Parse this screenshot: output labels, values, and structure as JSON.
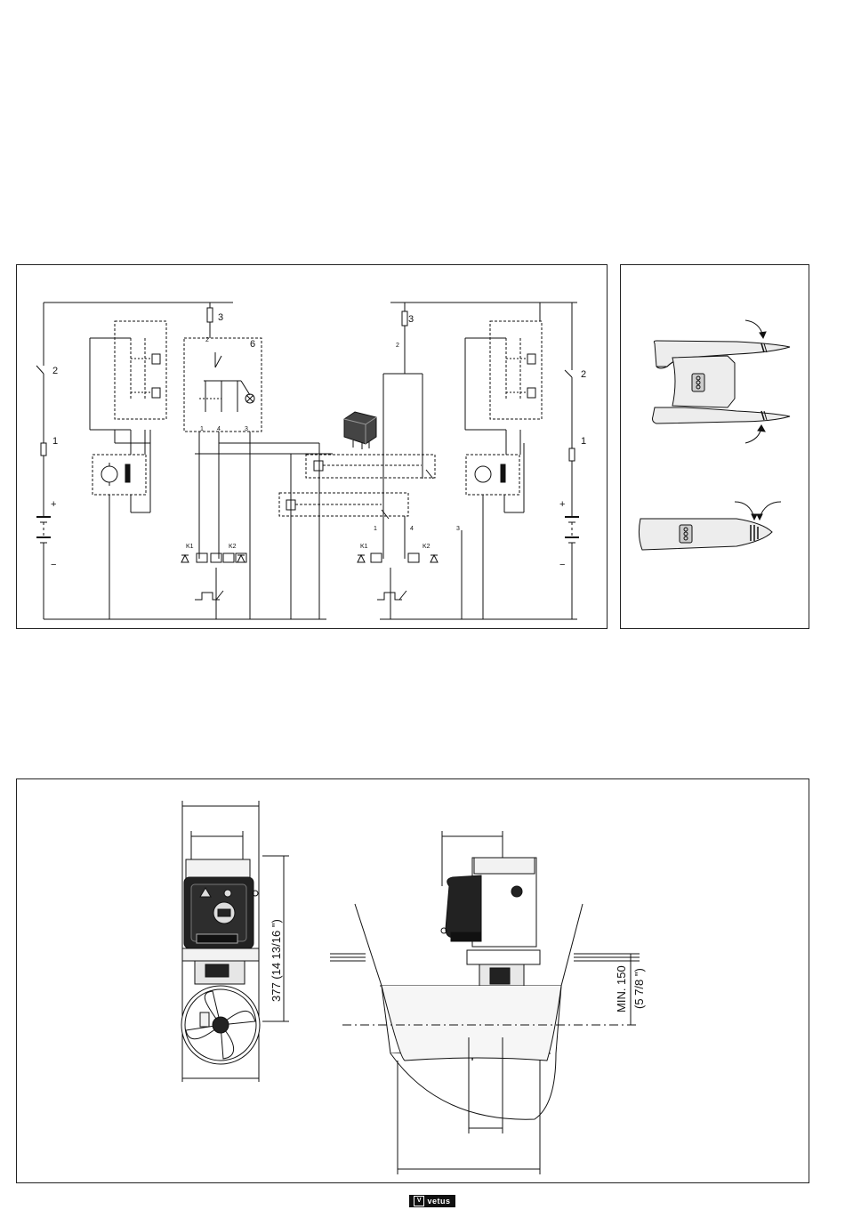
{
  "wiring": {
    "fuse_top": "3",
    "switch": "2",
    "fuse_main": "1",
    "panel": "6",
    "plus": "+",
    "minus": "−",
    "contactor_1": "K1",
    "contactor_2": "K2",
    "wire_1": "1",
    "wire_2": "2",
    "wire_3": "3",
    "wire_4": "4"
  },
  "dimensions": {
    "height_label": "377 (14 13/16 \")",
    "min_label": "MIN. 150",
    "min_inch": "(5 7/8 \")"
  },
  "footer": {
    "brand": "vetus"
  }
}
